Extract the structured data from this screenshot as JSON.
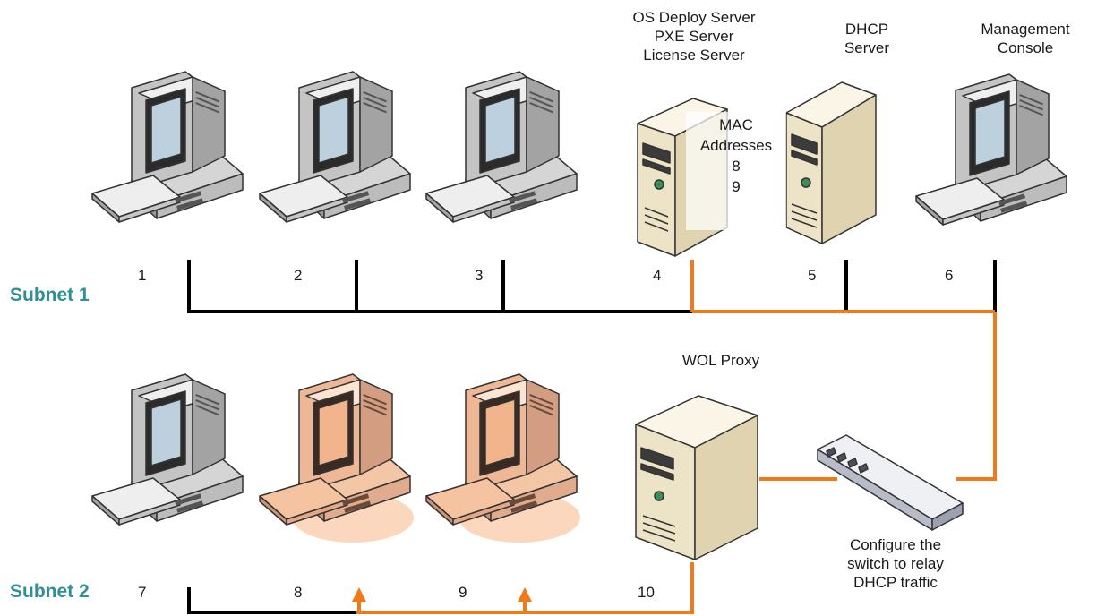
{
  "colors": {
    "black_line": "#000000",
    "orange_line": "#f07a1a",
    "subnet_text": "#2e8f97",
    "pc_body": "#e6e6e6",
    "pc_highlight_tint": "#f6c9a4",
    "server_body": "#f3ecd6",
    "switch_body": "#d9dde6"
  },
  "subnets": [
    {
      "label": "Subnet 1"
    },
    {
      "label": "Subnet 2"
    }
  ],
  "subnet1": {
    "devices": [
      {
        "number": "1",
        "icon": "desktop-pc-icon"
      },
      {
        "number": "2",
        "icon": "desktop-pc-icon"
      },
      {
        "number": "3",
        "icon": "desktop-pc-icon"
      },
      {
        "number": "4",
        "icon": "server-tower-icon",
        "label_lines": [
          "OS Deploy Server",
          "PXE Server",
          "License Server"
        ]
      },
      {
        "number": "5",
        "icon": "server-tower-icon",
        "label_lines": [
          "DHCP",
          "Server"
        ]
      },
      {
        "number": "6",
        "icon": "desktop-pc-icon",
        "label_lines": [
          "Management",
          "Console"
        ]
      }
    ]
  },
  "mac_note": {
    "lines": [
      "MAC",
      "Addresses",
      "8",
      "9"
    ]
  },
  "subnet2": {
    "devices": [
      {
        "number": "7",
        "icon": "desktop-pc-icon"
      },
      {
        "number": "8",
        "icon": "desktop-pc-icon",
        "highlighted": true
      },
      {
        "number": "9",
        "icon": "desktop-pc-icon",
        "highlighted": true
      },
      {
        "number": "10",
        "icon": "server-tower-icon",
        "label": "WOL Proxy"
      }
    ]
  },
  "switch": {
    "icon": "network-switch-icon",
    "label_lines": [
      "Configure the",
      "switch to relay",
      "DHCP traffic"
    ]
  }
}
